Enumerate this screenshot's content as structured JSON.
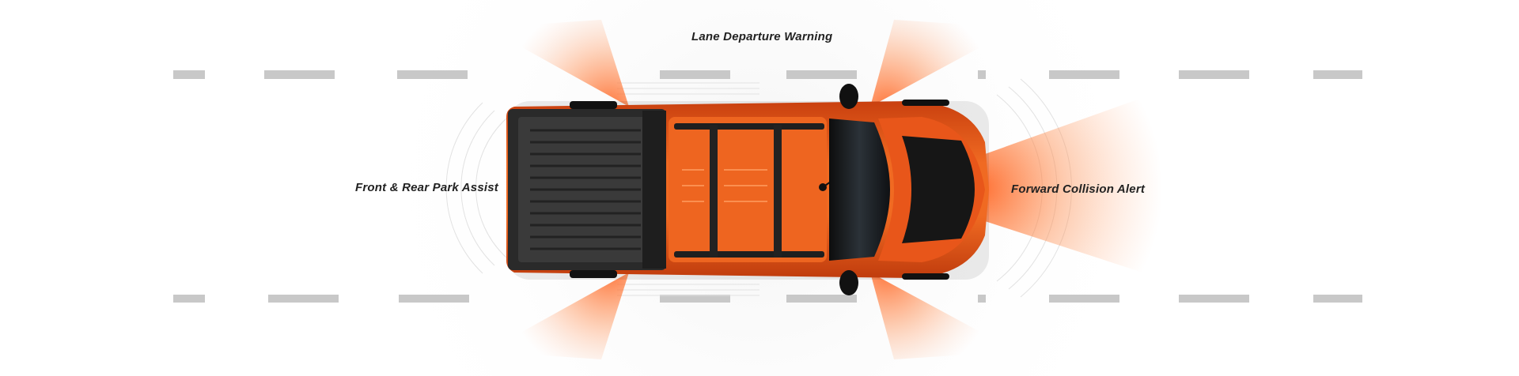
{
  "features": {
    "lane_departure_warning": "Lane Departure Warning",
    "front_rear_park_assist": "Front & Rear Park Assist",
    "forward_collision_alert": "Forward Collision Alert"
  },
  "colors": {
    "vehicle_body": "#e8561a",
    "vehicle_dark": "#1c1c1c",
    "sensor_glow": "#ff7a3a",
    "lane_marking": "#c8c8c8",
    "label_text": "#222222"
  }
}
